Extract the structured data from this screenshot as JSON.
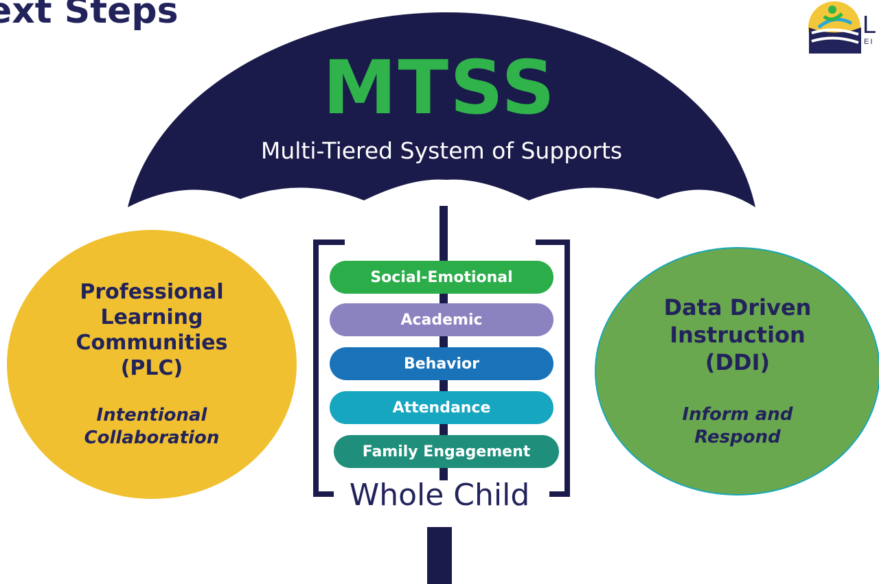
{
  "header": {
    "title": "ext Steps"
  },
  "logo": {
    "icon": "school-district-logo-icon",
    "letter": "L",
    "fragment": "EI"
  },
  "umbrella": {
    "heading": "MTSS",
    "subtitle": "Multi-Tiered System of Supports",
    "canopy_color": "#1b1b4b"
  },
  "supports": [
    {
      "label": "Social-Emotional",
      "color": "#2bad4a"
    },
    {
      "label": "Academic",
      "color": "#8b82c0"
    },
    {
      "label": "Behavior",
      "color": "#1a73b8"
    },
    {
      "label": "Attendance",
      "color": "#16a6c0"
    },
    {
      "label": "Family Engagement",
      "color": "#1f8f7c"
    }
  ],
  "whole_child": "Whole Child",
  "plc": {
    "heading": [
      "Professional",
      "Learning",
      "Communities",
      "(PLC)"
    ],
    "tagline": [
      "Intentional",
      "Collaboration"
    ],
    "color": "#f0c030"
  },
  "ddi": {
    "heading": [
      "Data Driven",
      "Instruction",
      "(DDI)"
    ],
    "tagline": [
      "Inform and",
      "Respond"
    ],
    "color": "#6aa84f"
  }
}
